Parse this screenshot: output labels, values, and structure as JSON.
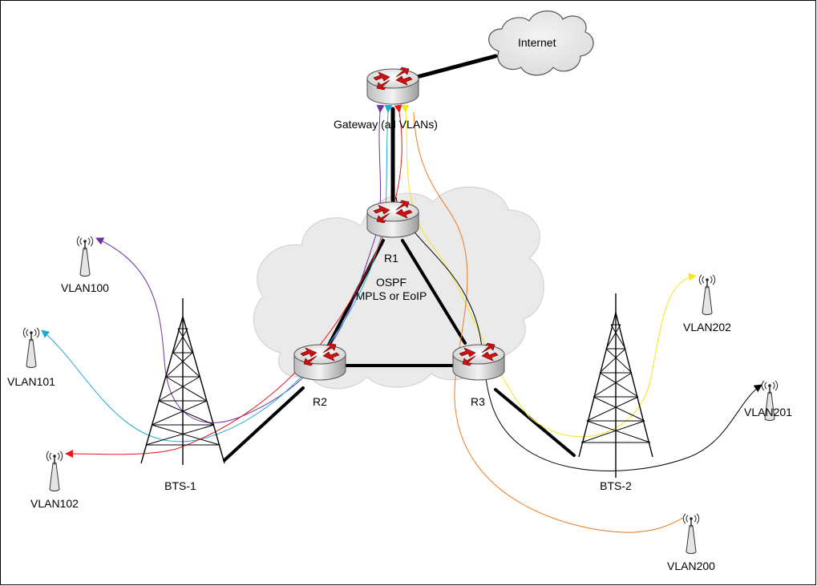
{
  "diagram": {
    "cloud_internet_label": "Internet",
    "gateway_label": "Gateway (all VLANs)",
    "core_cloud_line1": "OSPF",
    "core_cloud_line2": "MPLS or EoIP",
    "routers": {
      "r1": "R1",
      "r2": "R2",
      "r3": "R3"
    },
    "towers": {
      "bts1": "BTS-1",
      "bts2": "BTS-2"
    },
    "vlans": {
      "v100": "VLAN100",
      "v101": "VLAN101",
      "v102": "VLAN102",
      "v200": "VLAN200",
      "v201": "VLAN201",
      "v202": "VLAN202"
    },
    "colors": {
      "vlan100": "#7030a0",
      "vlan101": "#1fa9d6",
      "vlan102": "#e8191c",
      "vlan200": "#f07a1c",
      "vlan201": "#000000",
      "vlan202": "#f2e61e",
      "router_arrow": "#d01010",
      "cloud_fill": "#e6e6e6"
    }
  }
}
